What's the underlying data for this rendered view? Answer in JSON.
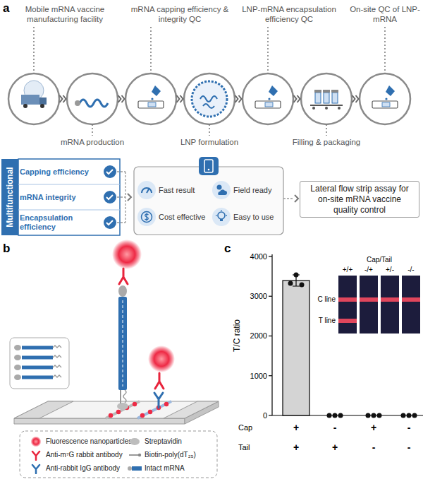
{
  "diagram": {
    "nodes": [
      {
        "text": [
          "Multifunctional"
        ]
      },
      {
        "text": [
          "Capping efficiency"
        ]
      },
      {
        "text": [
          "mRNA integrity"
        ]
      },
      {
        "text": [
          "Encapsulation efficiency"
        ]
      },
      {
        "text": [
          "Fast result"
        ]
      },
      {
        "text": [
          "Field ready"
        ]
      },
      {
        "text": [
          "Cost effective"
        ]
      },
      {
        "text": [
          "Easy to use"
        ]
      },
      {
        "text": [
          "Lateral flow strip assay for on-site mRNA vaccine quality control"
        ]
      }
    ],
    "labels": [
      "a",
      "Mobile mRNA vaccine manufacturing facility",
      "mRNA capping efficiency & integrity QC",
      "LNP-mRNA encapsulation efficiency QC",
      "On-site QC of LNP-mRNA",
      "mRNA production",
      "LNP formulation",
      "Filling & packaging",
      "b",
      "c",
      "4000",
      "3000",
      "2000",
      "1000",
      "0",
      "T/C ratio",
      "Cap/Tail",
      "+/+",
      "-/+",
      "+/-",
      "-/-",
      "C line",
      "T line",
      "Cap",
      "+",
      "-",
      "+",
      "-",
      "Tail",
      "+",
      "+",
      "-",
      "-"
    ],
    "legend": [
      {
        "text": "Fluorescence nanoparticles"
      },
      {
        "text": "Anti-m⁷G rabbit antibody"
      },
      {
        "text": "Anti-rabbit IgG antibody"
      },
      {
        "text": "Streptavidin"
      },
      {
        "text": "Biotin-poly(dT₂₅)"
      },
      {
        "text": "Intact mRNA"
      }
    ]
  }
}
